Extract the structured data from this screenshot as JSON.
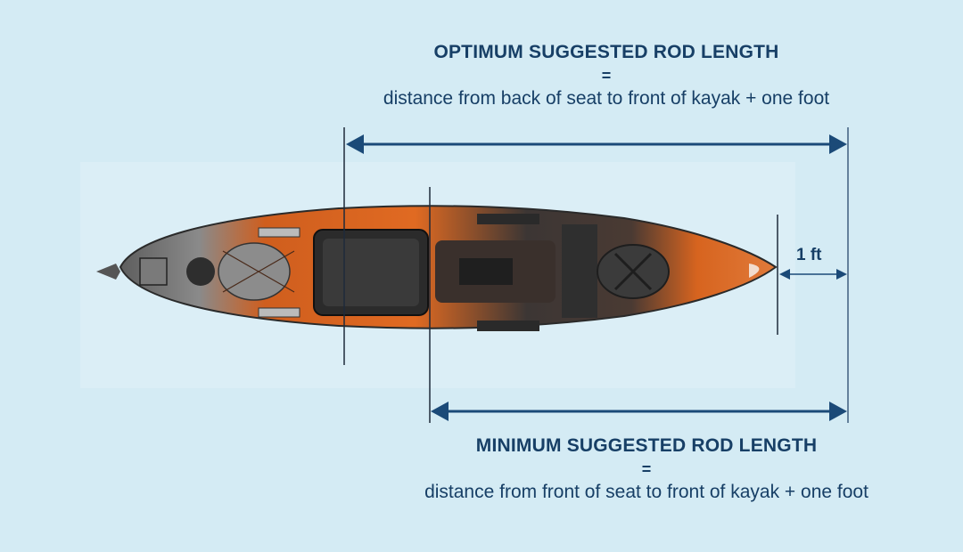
{
  "optimum": {
    "title": "OPTIMUM  SUGGESTED ROD LENGTH",
    "equals": "=",
    "formula": "distance from back of seat to front of kayak + one foot"
  },
  "minimum": {
    "title": "MINIMUM SUGGESTED ROD LENGTH",
    "equals": "=",
    "formula": "distance from front of seat to front of kayak + one foot"
  },
  "extension": {
    "label": "1 ft"
  },
  "colors": {
    "background": "#d4ebf4",
    "text": "#173f66",
    "arrow": "#1b4a78",
    "kayak_orange": "#d9621f",
    "kayak_gray": "#6e6e6e"
  }
}
